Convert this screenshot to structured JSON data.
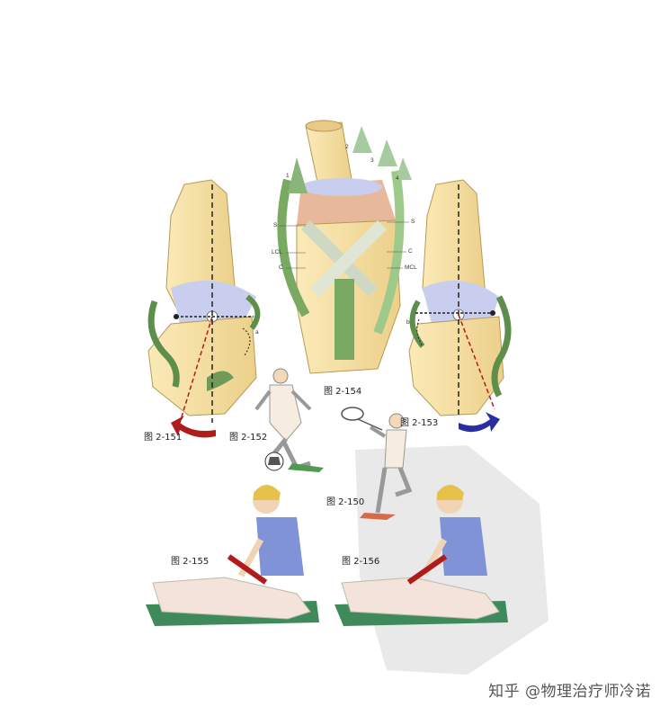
{
  "figures": {
    "fig151": "图 2-151",
    "fig152": "图 2-152",
    "fig153": "图 2-153",
    "fig154": "图 2-154",
    "fig150": "图 2-150",
    "fig155": "图 2-155",
    "fig156": "图 2-156"
  },
  "labels": {
    "a": "a",
    "b": "b",
    "s_left": "S",
    "s_right": "S",
    "lcl": "LCL",
    "c_left": "C",
    "c_right": "C",
    "mcl": "MCL",
    "arrow1": "1",
    "arrow2": "2",
    "arrow3": "3",
    "arrow4": "4"
  },
  "watermark": "知乎 @物理治疗师冷诺",
  "colors": {
    "bone": "#f5dfa0",
    "cartilage": "#c9cdee",
    "ligament": "#9cc68a",
    "red_arrow": "#b01c1c",
    "blue_arrow": "#2a2fa0",
    "shirt": "#7f93d6",
    "table": "#3f8a5a"
  }
}
